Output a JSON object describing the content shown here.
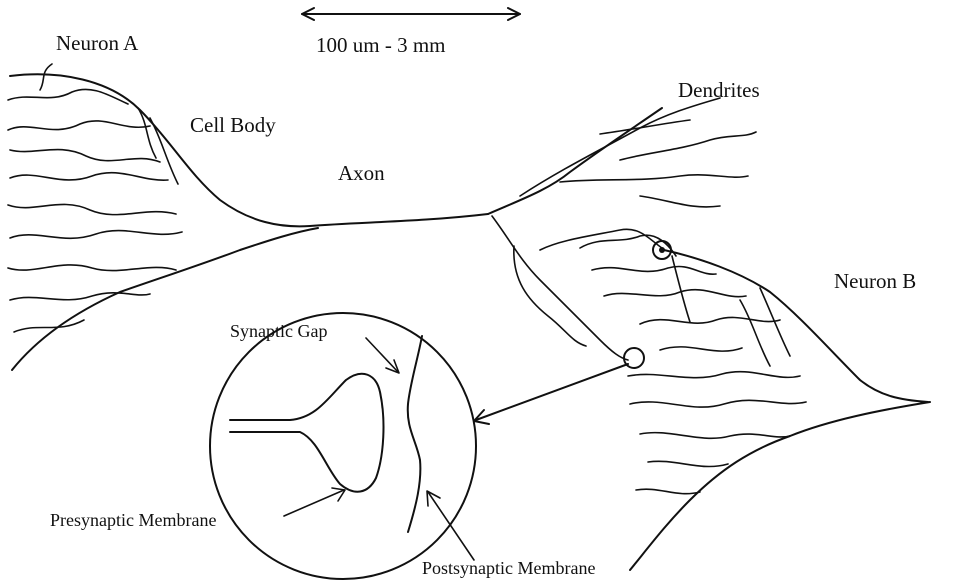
{
  "labels": {
    "neuron_a": "Neuron A",
    "scale": "100 um - 3 mm",
    "dendrites": "Dendrites",
    "cell_body": "Cell Body",
    "axon": "Axon",
    "neuron_b": "Neuron B",
    "synaptic_gap": "Synaptic Gap",
    "presynaptic_membrane": "Presynaptic Membrane",
    "postsynaptic_membrane": "Postsynaptic Membrane"
  }
}
